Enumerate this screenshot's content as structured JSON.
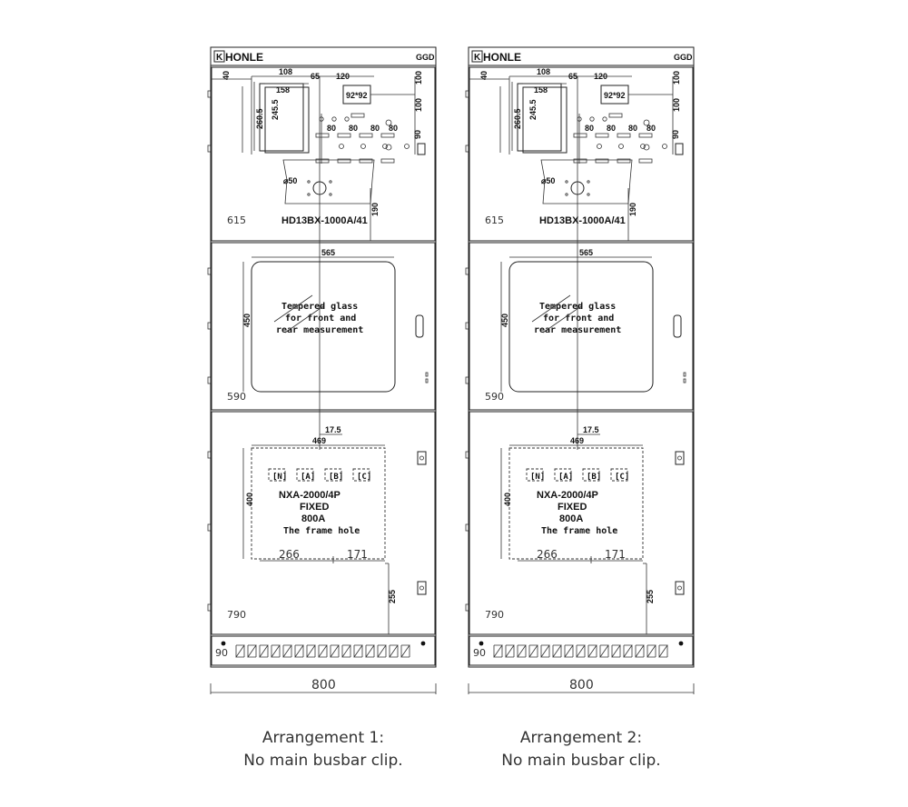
{
  "brand": "HONLE",
  "brand_mark": "K",
  "model_code": "GGD",
  "panels": [
    {
      "section_heights": [
        "615",
        "590",
        "790",
        "90"
      ],
      "top_dims": {
        "d40": "40",
        "d108": "108",
        "d65": "65",
        "d120": "120",
        "d158": "158",
        "meter": "92*92",
        "d100a": "100",
        "d100b": "100",
        "d90": "90",
        "h260": "260.5",
        "h245": "245.5",
        "d80a": "80",
        "d80b": "80",
        "d80c": "80",
        "d80d": "80",
        "phi": "⌀50",
        "d190": "190"
      },
      "switch_model": "HD13BX-1000A/41",
      "glass_width": "565",
      "glass_height": "450",
      "glass_text": [
        "Tempered glass",
        "for front and",
        "rear measurement"
      ],
      "breaker_offset": "17.5",
      "frame_width": "469",
      "frame_height": "400",
      "phases": [
        "N",
        "A",
        "B",
        "C"
      ],
      "breaker_lines": [
        "NXA-2000/4P",
        "FIXED",
        "800A",
        "The frame hole"
      ],
      "frame_dims": [
        "266",
        "171"
      ],
      "vertical_dim": "255",
      "width": "800",
      "caption": [
        "Arrangement 1:",
        "No main busbar clip."
      ]
    },
    {
      "section_heights": [
        "615",
        "590",
        "790",
        "90"
      ],
      "top_dims": {
        "d40": "40",
        "d108": "108",
        "d65": "65",
        "d120": "120",
        "d158": "158",
        "meter": "92*92",
        "d100a": "100",
        "d100b": "100",
        "d90": "90",
        "h260": "260.5",
        "h245": "245.5",
        "d80a": "80",
        "d80b": "80",
        "d80c": "80",
        "d80d": "80",
        "phi": "⌀50",
        "d190": "190"
      },
      "switch_model": "HD13BX-1000A/41",
      "glass_width": "565",
      "glass_height": "450",
      "glass_text": [
        "Tempered glass",
        "for front and",
        "rear measurement"
      ],
      "breaker_offset": "17.5",
      "frame_width": "469",
      "frame_height": "400",
      "phases": [
        "N",
        "A",
        "B",
        "C"
      ],
      "breaker_lines": [
        "NXA-2000/4P",
        "FIXED",
        "800A",
        "The frame hole"
      ],
      "frame_dims": [
        "266",
        "171"
      ],
      "vertical_dim": "255",
      "width": "800",
      "caption": [
        "Arrangement 2:",
        "No main busbar clip."
      ]
    }
  ]
}
